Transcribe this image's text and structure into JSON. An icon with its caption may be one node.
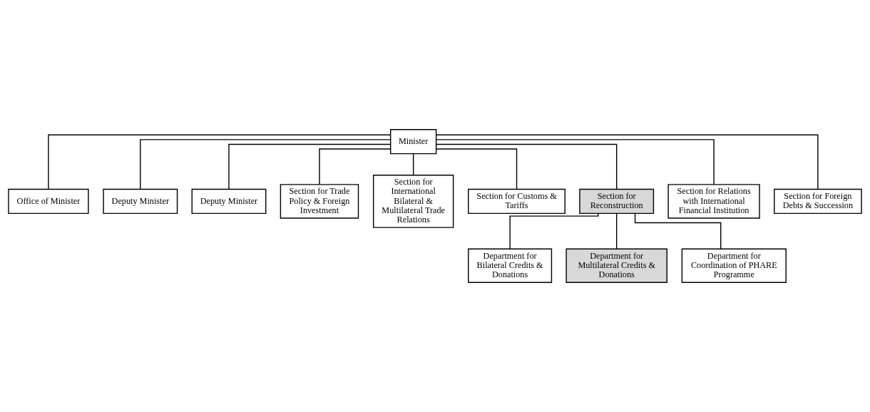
{
  "diagram": {
    "nodes": [
      {
        "text": [
          "Minister"
        ]
      },
      {
        "text": [
          "Office of Minister"
        ]
      },
      {
        "text": [
          "Deputy Minister"
        ]
      },
      {
        "text": [
          "Deputy Minister"
        ]
      },
      {
        "text": [
          "Section for Trade Policy & Foreign Investment"
        ]
      },
      {
        "text": [
          "Section for International Bilateral & Multilateral Trade Relations"
        ]
      },
      {
        "text": [
          "Section for Customs & Tariffs"
        ]
      },
      {
        "text": [
          "Section for Reconstruction"
        ]
      },
      {
        "text": [
          "Section for Relations with International Financial Institution"
        ]
      },
      {
        "text": [
          "Section for Foreign Debts & Succession"
        ]
      },
      {
        "text": [
          "Department for Bilateral Credits & Donations"
        ]
      },
      {
        "text": [
          "Department for Multilateral Credits & Donations"
        ]
      },
      {
        "text": [
          "Department for Coordination of PHARE Programme"
        ]
      }
    ],
    "edges": [
      {
        "from": 0,
        "to": 1,
        "arrow": "none"
      },
      {
        "from": 0,
        "to": 2,
        "arrow": "none"
      },
      {
        "from": 0,
        "to": 3,
        "arrow": "none"
      },
      {
        "from": 0,
        "to": 4,
        "arrow": "none"
      },
      {
        "from": 0,
        "to": 5,
        "arrow": "none"
      },
      {
        "from": 0,
        "to": 6,
        "arrow": "none"
      },
      {
        "from": 0,
        "to": 7,
        "arrow": "none"
      },
      {
        "from": 0,
        "to": 8,
        "arrow": "none"
      },
      {
        "from": 0,
        "to": 9,
        "arrow": "none"
      },
      {
        "from": 7,
        "to": 10,
        "arrow": "none"
      },
      {
        "from": 7,
        "to": 11,
        "arrow": "none"
      },
      {
        "from": 7,
        "to": 12,
        "arrow": "none"
      }
    ]
  }
}
